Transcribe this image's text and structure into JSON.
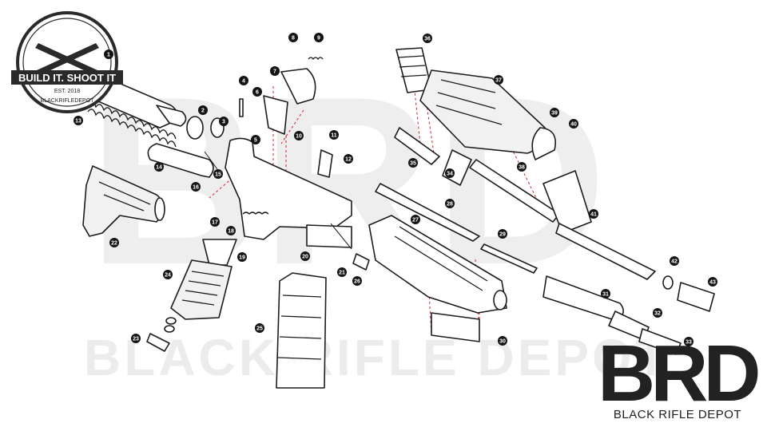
{
  "badge": {
    "title": "BUILD IT. SHOOT IT",
    "est": "EST. 2018",
    "arc_text": "BLACKRIFLEDEPOT"
  },
  "watermark": {
    "letters": "BRD",
    "text": "BLACK RIFLE DEPOT"
  },
  "brand": {
    "letters": "BRD",
    "caption": "BLACK RIFLE DEPOT"
  },
  "colors": {
    "ink": "#1c1c1c",
    "guide": "#d0202a",
    "watermark": "#eeeeee"
  },
  "callouts": [
    "1",
    "2",
    "3",
    "4",
    "5",
    "6",
    "7",
    "8",
    "9",
    "10",
    "11",
    "12",
    "13",
    "14",
    "15",
    "16",
    "17",
    "18",
    "19",
    "20",
    "21",
    "22",
    "23",
    "24",
    "25",
    "26",
    "27",
    "28",
    "29",
    "30",
    "31",
    "32",
    "33",
    "34",
    "35",
    "36",
    "37",
    "38",
    "39",
    "40",
    "41",
    "42",
    "43"
  ]
}
